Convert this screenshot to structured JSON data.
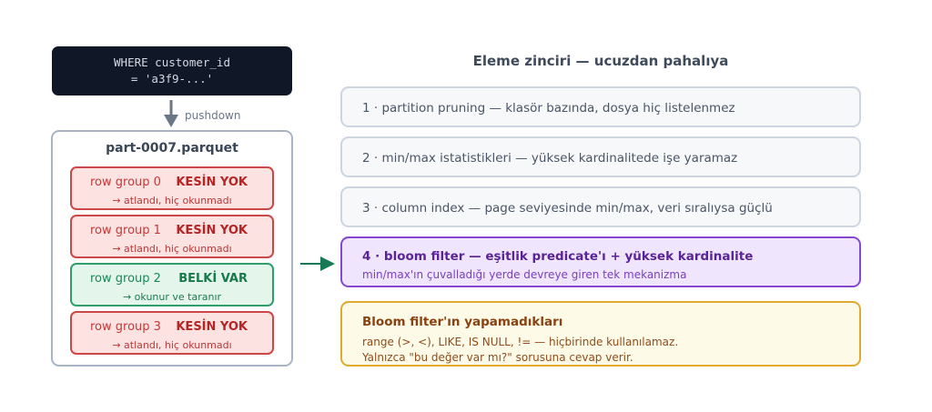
{
  "query": {
    "line1": "WHERE customer_id",
    "line2": "= 'a3f9-...'"
  },
  "pushdown_label": "pushdown",
  "file": {
    "title": "part-0007.parquet",
    "row_groups": [
      {
        "label": "row group 0",
        "verdict": "KESİN YOK",
        "note": "→ atlandı, hiç okunmadı",
        "status": "skip"
      },
      {
        "label": "row group 1",
        "verdict": "KESİN YOK",
        "note": "→ atlandı, hiç okunmadı",
        "status": "skip"
      },
      {
        "label": "row group 2",
        "verdict": "BELKİ VAR",
        "note": "→ okunur ve taranır",
        "status": "maybe"
      },
      {
        "label": "row group 3",
        "verdict": "KESİN YOK",
        "note": "→ atlandı, hiç okunmadı",
        "status": "skip"
      }
    ]
  },
  "chain": {
    "title": "Eleme zinciri — ucuzdan pahalıya",
    "steps": [
      {
        "text": "1 · partition pruning — klasör bazında, dosya hiç listelenmez"
      },
      {
        "text": "2 · min/max istatistikleri — yüksek kardinalitede işe yaramaz"
      },
      {
        "text": "3 · column index — page seviyesinde min/max, veri sıralıysa güçlü"
      },
      {
        "text": "4 · bloom filter — eşitlik predicate'ı + yüksek kardinalite",
        "sub": "min/max'ın çuvalladığı yerde devreye giren tek mekanizma"
      }
    ]
  },
  "limits": {
    "title": "Bloom filter'ın yapamadıkları",
    "line1": "range (>, <), LIKE, IS NULL, != — hiçbirinde kullanılamaz.",
    "line2": "Yalnızca \"bu değer var mı?\" sorusuna cevap verir."
  },
  "colors": {
    "query_bg": "#101828",
    "skip_bg": "#fde2e2",
    "skip_border": "#cc4848",
    "maybe_bg": "#e4f5ec",
    "maybe_border": "#2f9e6a",
    "highlight_bg": "#efe5fc",
    "highlight_border": "#8547d0",
    "limits_bg": "#fefae8",
    "limits_border": "#e0aa2e",
    "arrow_gray": "#6b7686",
    "arrow_green": "#167a57"
  }
}
